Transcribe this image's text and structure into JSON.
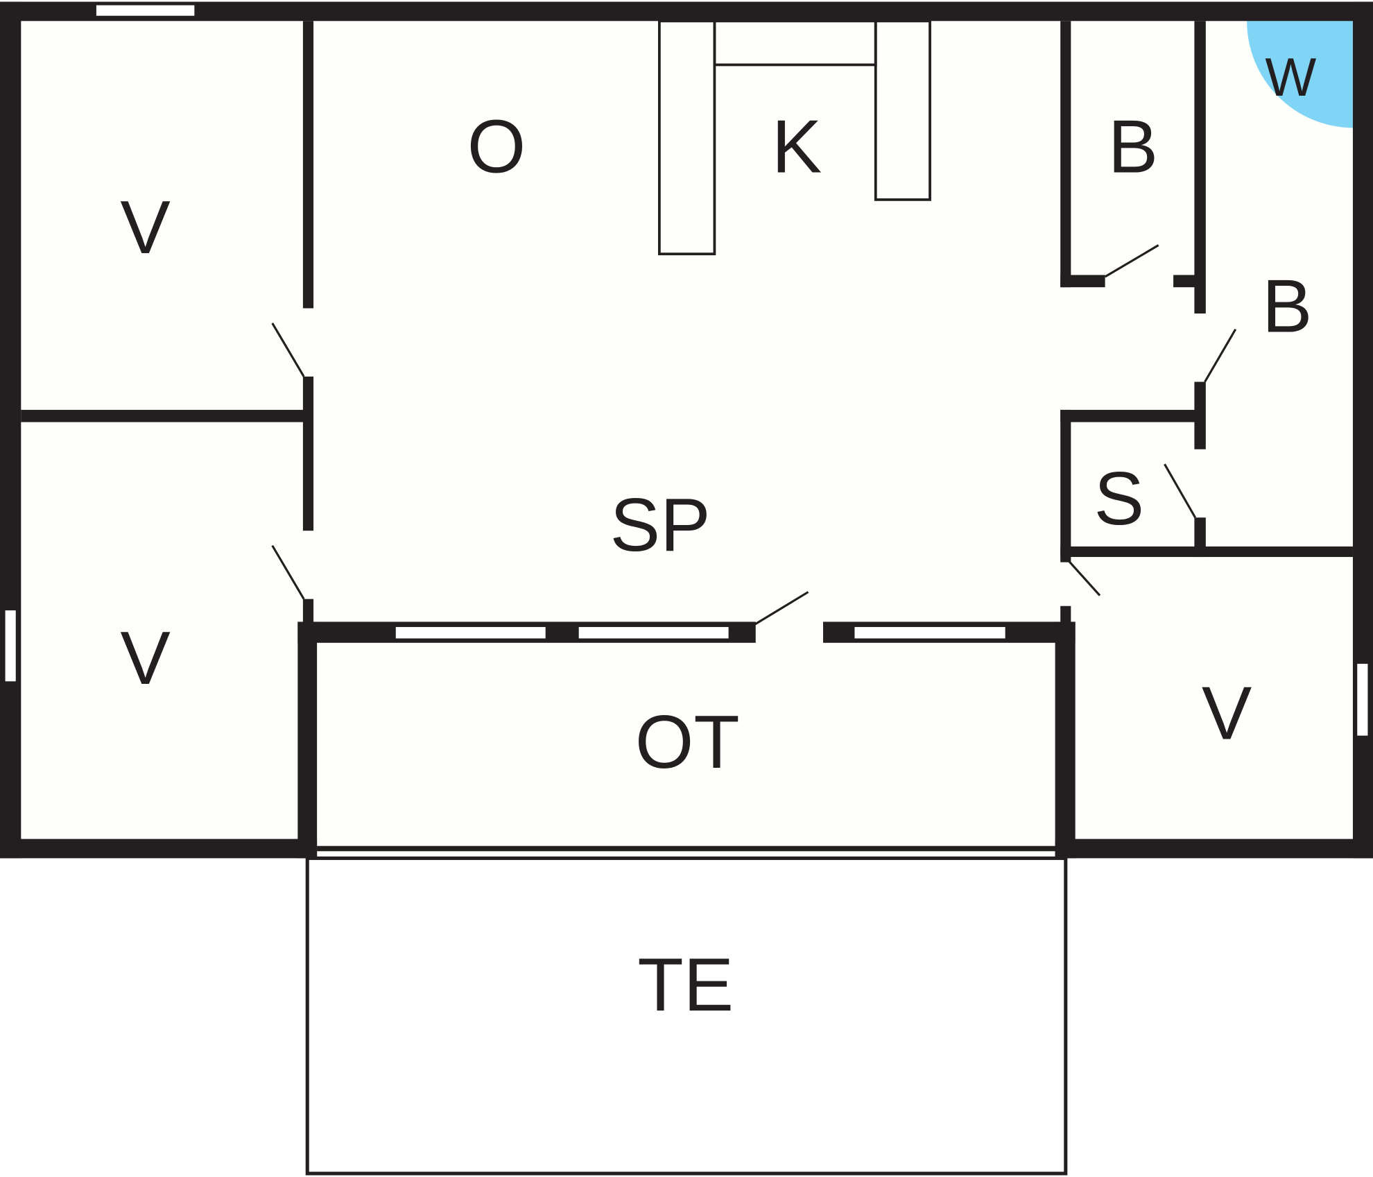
{
  "plan": {
    "colors": {
      "wall": "#231f20",
      "floor": "#fefefa",
      "washer": "#80d4f5"
    },
    "rooms": [
      {
        "id": "bedroom-top-left",
        "label": "V"
      },
      {
        "id": "living",
        "label": "O"
      },
      {
        "id": "kitchen",
        "label": "K"
      },
      {
        "id": "bath-top",
        "label": "B"
      },
      {
        "id": "washer",
        "label": "W"
      },
      {
        "id": "bath-right",
        "label": "B"
      },
      {
        "id": "storage",
        "label": "S"
      },
      {
        "id": "hall",
        "label": "SP"
      },
      {
        "id": "bedroom-bottom-left",
        "label": "V"
      },
      {
        "id": "covered-terrace",
        "label": "OT"
      },
      {
        "id": "bedroom-right",
        "label": "V"
      },
      {
        "id": "terrace",
        "label": "TE"
      }
    ]
  }
}
